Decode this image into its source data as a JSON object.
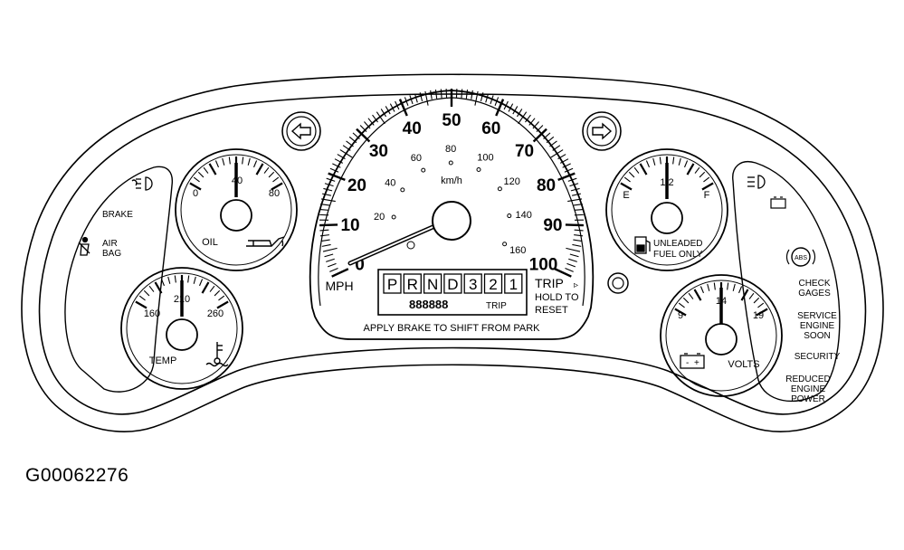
{
  "figure_id": "G00062276",
  "speedometer": {
    "mph_labels": [
      "0",
      "10",
      "20",
      "30",
      "40",
      "50",
      "60",
      "70",
      "80",
      "90",
      "100"
    ],
    "kmh_labels": [
      "20",
      "40",
      "60",
      "80",
      "100",
      "120",
      "140",
      "160"
    ],
    "kmh_unit": "km/h",
    "mph_unit": "MPH",
    "prndl": [
      "P",
      "R",
      "N",
      "D",
      "3",
      "2",
      "1"
    ],
    "odometer": "888888",
    "trip_tag": "TRIP",
    "trip_button": "TRIP",
    "trip_button_arrow": "▹",
    "hold_to": "HOLD TO",
    "reset": "RESET",
    "apply_brake": "APPLY BRAKE TO SHIFT FROM PARK"
  },
  "oil_gauge": {
    "labels": [
      "0",
      "40",
      "80"
    ],
    "name": "OIL"
  },
  "temp_gauge": {
    "labels": [
      "160",
      "210",
      "260"
    ],
    "name": "TEMP"
  },
  "fuel_gauge": {
    "labels": [
      "E",
      "1/2",
      "F"
    ],
    "line1": "UNLEADED",
    "line2": "FUEL ONLY"
  },
  "volts_gauge": {
    "labels": [
      "9",
      "14",
      "19"
    ],
    "name": "VOLTS",
    "battery_minus": "-",
    "battery_plus": "+"
  },
  "left_indicators": {
    "brake": "BRAKE",
    "air": "AIR",
    "bag": "BAG"
  },
  "right_indicators": {
    "abs": "ABS",
    "check": "CHECK",
    "gages": "GAGES",
    "service": "SERVICE",
    "engine": "ENGINE",
    "soon": "SOON",
    "security": "SECURITY",
    "reduced": "REDUCED",
    "engine2": "ENGINE",
    "power": "POWER"
  }
}
